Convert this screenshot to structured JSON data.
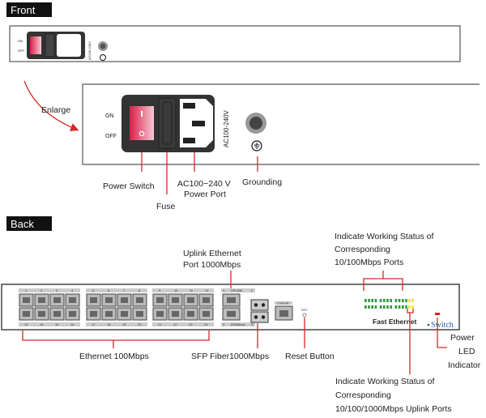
{
  "sections": {
    "front": "Front",
    "back": "Back"
  },
  "front": {
    "switch_on": "ON",
    "switch_off": "OFF",
    "voltage_mark": "AC100-240V",
    "enlarge": "Enlarge",
    "callouts": {
      "power_switch": "Power Switch",
      "fuse": "Fuse",
      "power_port_line1": "AC100−240 V",
      "power_port_line2": "Power Port",
      "grounding": "Grounding"
    }
  },
  "back": {
    "ports_top": [
      "1",
      "2",
      "3",
      "4",
      "5",
      "6",
      "7",
      "8",
      "9",
      "10",
      "11",
      "12"
    ],
    "ports_bottom": [
      "13",
      "14",
      "15",
      "16",
      "17",
      "18",
      "19",
      "20",
      "21",
      "22",
      "23",
      "24"
    ],
    "uplink_label": "UPLINK",
    "uplink_top": [
      "1",
      "2"
    ],
    "uplink_bottom": [
      "3",
      "4"
    ],
    "fiber_label": "1000Mbps",
    "console_label": "Console",
    "reset_mark": "RST",
    "brand": "Fast Ethernet",
    "brand_switch": "Switch",
    "callouts": {
      "ethernet": "Ethernet 100Mbps",
      "sfp": "SFP Fiber1000Mbps",
      "reset": "Reset Button",
      "uplink_line1": "Uplink Ethernet",
      "uplink_line2": "Port 1000Mbps",
      "led100_line1": "Indicate Working Status of",
      "led100_line2": "Corresponding",
      "led100_line3": "10/100Mbps Ports",
      "led1000_line1": "Indicate Working Status of",
      "led1000_line2": "Corresponding",
      "led1000_line3": "10/100/1000Mbps Uplink Ports",
      "power_line1": "Power",
      "power_line2": "LED",
      "power_line3": "Indicator"
    }
  },
  "colors": {
    "callout": "#d42a2a",
    "switch": "#e0264f",
    "led_green": "#2a9a3a",
    "led_yellow": "#f2e21c"
  }
}
